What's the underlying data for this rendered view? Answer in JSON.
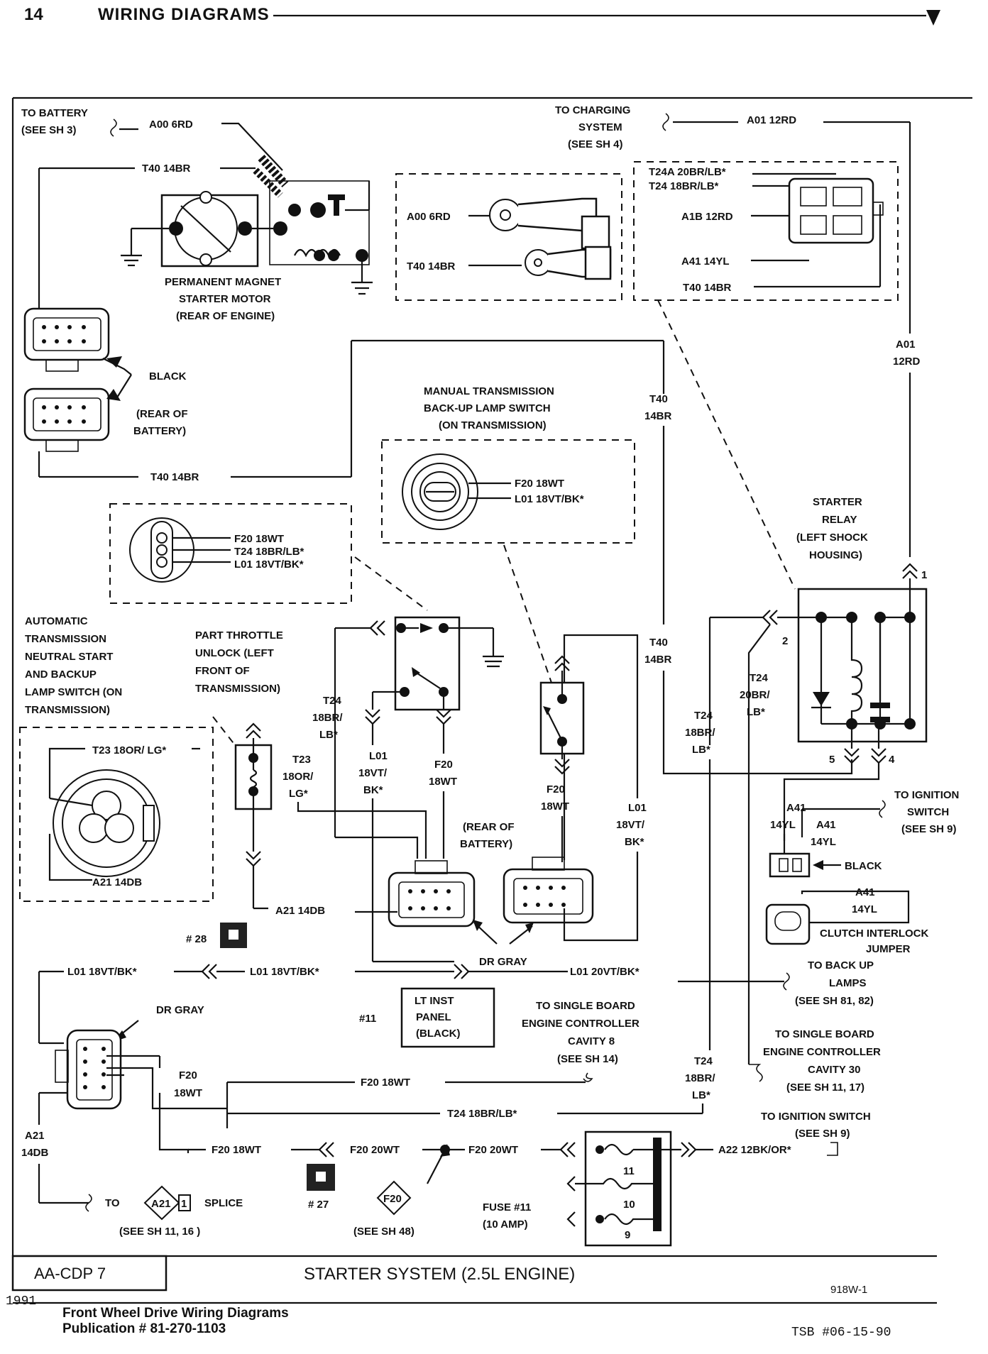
{
  "header": {
    "page_number": "14",
    "section_title": "WIRING DIAGRAMS"
  },
  "labels": {
    "to_battery_1": "TO BATTERY",
    "to_battery_2": "(SEE SH 3)",
    "a00_6rd_top": "A00 6RD",
    "t40_14br_top": "T40 14BR",
    "to_charging_1": "TO CHARGING",
    "to_charging_2": "SYSTEM",
    "to_charging_3": "(SEE SH 4)",
    "a01_12rd_top": "A01 12RD",
    "t24a": "T24A 20BR/LB*",
    "t24_18": "T24 18BR/LB*",
    "a1b_12rd": "A1B 12RD",
    "a41_14yl_relay": "A41 14YL",
    "t40_14br_relay": "T40 14BR",
    "a00_6rd_mid": "A00 6RD",
    "t40_14br_mid": "T40 14BR",
    "pm_motor_1": "PERMANENT MAGNET",
    "pm_motor_2": "STARTER MOTOR",
    "pm_motor_3": "(REAR OF ENGINE)",
    "black_1": "BLACK",
    "rear_batt_1": "(REAR OF",
    "rear_batt_2": "BATTERY)",
    "t40_14br_low": "T40 14BR",
    "a01_right_1": "A01",
    "a01_right_2": "12RD",
    "manual_1": "MANUAL TRANSMISSION",
    "manual_2": "BACK-UP LAMP SWITCH",
    "manual_3": "(ON TRANSMISSION)",
    "f20_18wt_manual": "F20 18WT",
    "l01_manual": "L01 18VT/BK*",
    "t40_14br_v1a": "T40",
    "t40_14br_v1b": "14BR",
    "starter_relay_1": "STARTER",
    "starter_relay_2": "RELAY",
    "starter_relay_3": "(LEFT SHOCK",
    "starter_relay_4": "HOUSING)",
    "f20_auto": "F20 18WT",
    "t24_auto": "T24 18BR/LB*",
    "l01_auto": "L01 18VT/BK*",
    "auto_1": "AUTOMATIC",
    "auto_2": "TRANSMISSION",
    "auto_3": "NEUTRAL START",
    "auto_4": "AND BACKUP",
    "auto_5": "LAMP SWITCH (ON",
    "auto_6": "TRANSMISSION)",
    "ptu_1": "PART THROTTLE",
    "ptu_2": "UNLOCK (LEFT",
    "ptu_3": "FRONT OF",
    "ptu_4": "TRANSMISSION)",
    "t40_14br_v2a": "T40",
    "t40_14br_v2b": "14BR",
    "pin_1": "1",
    "pin_2": "2",
    "pin_4": "4",
    "pin_5": "5",
    "t24_20_a": "T24",
    "t24_20_b": "20BR/",
    "t24_20_c": "LB*",
    "t24_18_ra": "T24",
    "t24_18_rb": "18BR/",
    "t24_18_rc": "LB*",
    "t23_label": "T23 18OR/ LG*",
    "a21_14db_circ": "A21 14DB",
    "t24_c_a": "T24",
    "t24_c_b": "18BR/",
    "t24_c_c": "LB*",
    "t23_c_a": "T23",
    "t23_c_b": "18OR/",
    "t23_c_c": "LG*",
    "l01_c_a": "L01",
    "l01_c_b": "18VT/",
    "l01_c_c": "BK*",
    "f20_c_a": "F20",
    "f20_c_b": "18WT",
    "f20_r_a": "F20",
    "f20_r_b": "18WT",
    "l01_r_a": "L01",
    "l01_r_b": "18VT/",
    "l01_r_c": "BK*",
    "rear_batt_3": "(REAR OF",
    "rear_batt_4": "BATTERY)",
    "a41_a": "A41",
    "a41_b": "14YL",
    "a41_c": "A41",
    "a41_d": "14YL",
    "to_ign_1": "TO IGNITION",
    "to_ign_2": "SWITCH",
    "to_ign_3": "(SEE SH 9)",
    "black_2": "BLACK",
    "a41_e": "A41",
    "a41_f": "14YL",
    "clutch_1": "CLUTCH INTERLOCK",
    "clutch_2": "JUMPER",
    "a21_14db_mid": "A21 14DB",
    "num28": "# 28",
    "dr_gray_1": "DR GRAY",
    "l01_bottom_1": "L01 18VT/BK*",
    "l01_bottom_2": "L01 18VT/BK*",
    "l01_20vt": "L01 20VT/BK*",
    "to_backup_1": "TO BACK UP",
    "to_backup_2": "LAMPS",
    "to_backup_3": "(SEE SH 81, 82)",
    "dr_gray_2": "DR GRAY",
    "num11": "#11",
    "lt_inst_1": "LT INST",
    "lt_inst_2": "PANEL",
    "lt_inst_3": "(BLACK)",
    "sbec1_1": "TO SINGLE BOARD",
    "sbec1_2": "ENGINE CONTROLLER",
    "sbec1_3": "CAVITY 8",
    "sbec1_4": "(SEE SH  14)",
    "sbec2_1": "TO SINGLE BOARD",
    "sbec2_2": "ENGINE CONTROLLER",
    "sbec2_3": "CAVITY 30",
    "sbec2_4": "(SEE SH 11, 17)",
    "f20_18wt_a": "F20",
    "f20_18wt_b": "18WT",
    "f20_18wt_long": "F20 18WT",
    "t24_18_long": "T24 18BR/LB*",
    "t24_bl_a": "T24",
    "t24_bl_b": "18BR/",
    "t24_bl_c": "LB*",
    "to_ign_4": "TO IGNITION SWITCH",
    "to_ign_5": "(SEE SH 9)",
    "a21_left_a": "A21",
    "a21_left_b": "14DB",
    "f20_18wt_bottom": "F20 18WT",
    "f20_20wt_1": "F20 20WT",
    "f20_20wt_2": "F20 20WT",
    "a22": "A22 12BK/OR*",
    "to_splice": "TO",
    "splice_code": "A21",
    "splice_pin": "1",
    "splice_word": "SPLICE",
    "see_sh_11_16": "(SEE SH 11, 16 )",
    "num27": "# 27",
    "f20_diamond": "F20",
    "see_sh_48": "(SEE SH 48)",
    "fuse_1": "FUSE #11",
    "fuse_2": "(10 AMP)",
    "fuse_pin_11": "11",
    "fuse_pin_10": "10",
    "fuse_pin_9": "9"
  },
  "footer": {
    "code": "AA-CDP 7",
    "title": "STARTER SYSTEM (2.5L ENGINE)",
    "fig_num": "918W-1",
    "year": "1991",
    "pub_1": "Front Wheel Drive  Wiring  Diagrams",
    "pub_2": "Publication #  81-270-1103",
    "tsb": "TSB #06-15-90"
  }
}
